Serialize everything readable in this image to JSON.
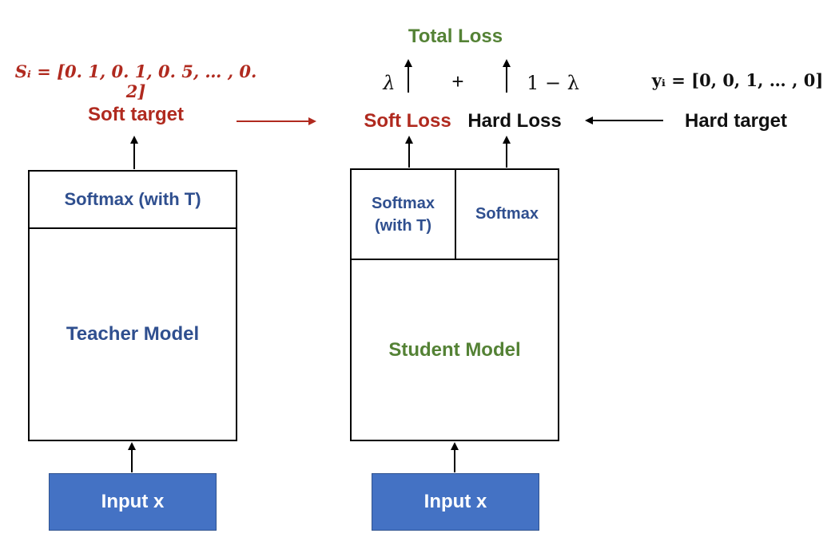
{
  "total_loss": "Total Loss",
  "soft_target_formula": "Sᵢ = [0. 1, 0. 1, 0. 5, … , 0. 2]",
  "soft_target_label": "Soft target",
  "lambda": "λ",
  "plus": "+",
  "one_minus_lambda": "1 − λ",
  "hard_target_formula": "yᵢ = [0, 0, 1, … , 0]",
  "soft_loss": "Soft Loss",
  "hard_loss": "Hard Loss",
  "hard_target_label": "Hard target",
  "teacher": {
    "softmax": "Softmax (with T)",
    "model": "Teacher Model",
    "input": "Input x"
  },
  "student": {
    "softmax_t_line1": "Softmax",
    "softmax_t_line2": "(with T)",
    "softmax": "Softmax",
    "model": "Student Model",
    "input": "Input x"
  },
  "colors": {
    "blue_text": "#2f4f8f",
    "green_text": "#548235",
    "red_text": "#b02a1f",
    "input_fill": "#4472c4"
  }
}
